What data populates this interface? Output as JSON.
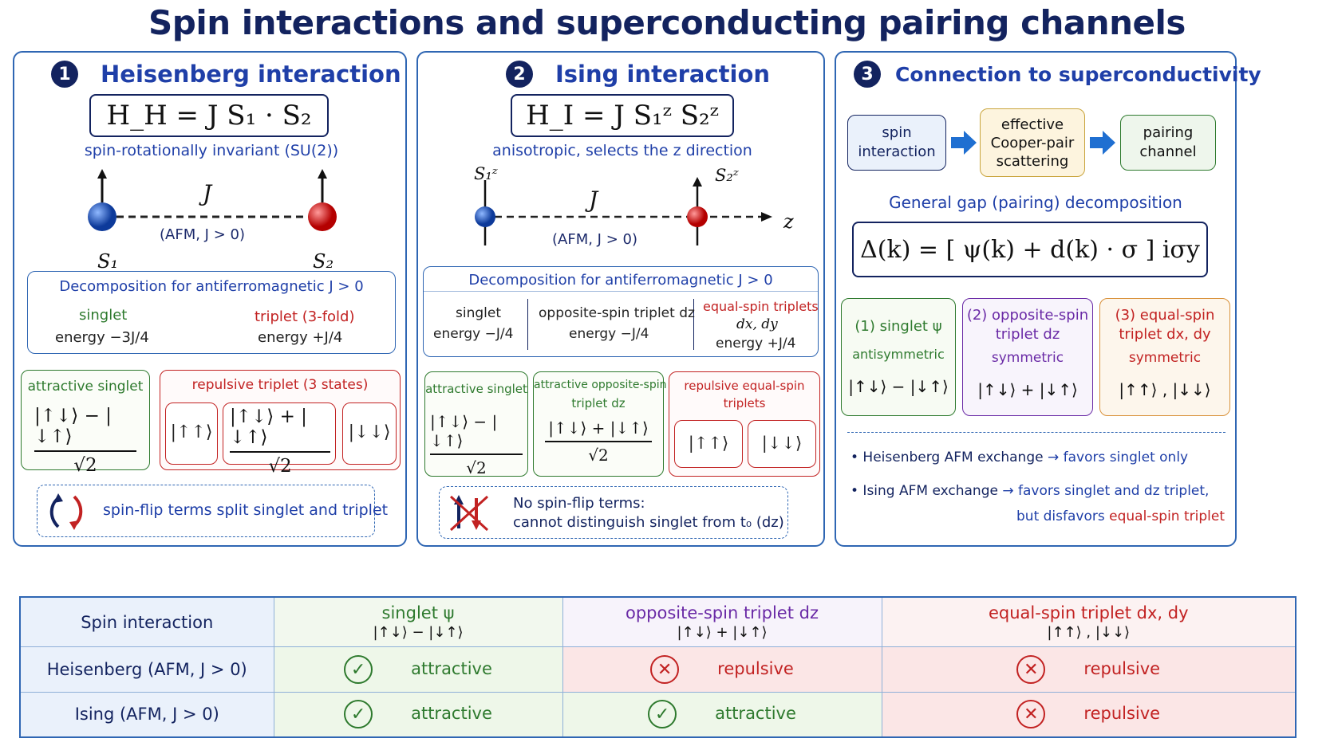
{
  "title": "Spin interactions and superconducting pairing channels",
  "panel1": {
    "num": "1",
    "title": "Heisenberg interaction",
    "equation": "H_H = J S₁ · S₂",
    "subtitle": "spin-rotationally invariant (SU(2))",
    "spin1": "S₁",
    "spin2": "S₂",
    "coupling": "J",
    "coupling_note": "(AFM, J > 0)",
    "decomp_title": "Decomposition for antiferromagnetic J > 0",
    "singlet_label": "singlet",
    "singlet_energy": "energy −3J/4",
    "triplet_label": "triplet (3-fold)",
    "triplet_energy": "energy +J/4",
    "attr_singlet": "attractive singlet",
    "singlet_num": "|↑↓⟩ − |↓↑⟩",
    "sqrt2": "√2",
    "rep_triplet": "repulsive triplet (3 states)",
    "state_upup": "|↑↑⟩",
    "triplet_num": "|↑↓⟩ + |↓↑⟩",
    "state_dndn": "|↓↓⟩",
    "note": "spin-flip terms split singlet and triplet"
  },
  "panel2": {
    "num": "2",
    "title": "Ising interaction",
    "equation": "H_I = J S₁ᶻ S₂ᶻ",
    "subtitle": "anisotropic, selects the z direction",
    "spin1": "S₁ᶻ",
    "spin2": "S₂ᶻ",
    "coupling": "J",
    "axis": "z",
    "coupling_note": "(AFM, J > 0)",
    "decomp_title": "Decomposition for antiferromagnetic J > 0",
    "c1_label": "singlet",
    "c1_energy": "energy −J/4",
    "c2_label": "opposite-spin triplet dz",
    "c2_energy": "energy −J/4",
    "c3_label": "equal-spin triplets",
    "c3_sub": "dx, dy",
    "c3_energy": "energy +J/4",
    "attr_singlet": "attractive singlet",
    "singlet_num": "|↑↓⟩ − |↓↑⟩",
    "sqrt2": "√2",
    "attr_opp": "attractive opposite-spin",
    "attr_opp2": "triplet dz",
    "triplet_num": "|↑↓⟩ + |↓↑⟩",
    "rep_equal": "repulsive equal-spin",
    "rep_equal2": "triplets",
    "state_upup": "|↑↑⟩",
    "state_dndn": "|↓↓⟩",
    "note1": "No spin-flip terms:",
    "note2": "cannot distinguish singlet from t₀ (dz)"
  },
  "panel3": {
    "num": "3",
    "title": "Connection to superconductivity",
    "flow": [
      "spin interaction",
      "effective Cooper-pair scattering",
      "pairing channel"
    ],
    "gap_title": "General gap (pairing) decomposition",
    "gap_eq": "Δ(k) = [ ψ(k) + d(k) · σ ] iσy",
    "ch1_title": "(1) singlet ψ",
    "ch1_sym": "antisymmetric",
    "ch1_state": "|↑↓⟩ − |↓↑⟩",
    "ch2_title1": "(2) opposite-spin",
    "ch2_title2": "triplet dz",
    "ch2_sym": "symmetric",
    "ch2_state": "|↑↓⟩ + |↓↑⟩",
    "ch3_title1": "(3) equal-spin",
    "ch3_title2": "triplet dx, dy",
    "ch3_sym": "symmetric",
    "ch3_state": "|↑↑⟩ , |↓↓⟩",
    "bullet1_a": "• Heisenberg AFM exchange",
    "bullet1_b": "→ favors singlet only",
    "bullet2_a": "• Ising AFM exchange",
    "bullet2_b": "→ favors singlet and dz triplet,",
    "bullet2_c": "but disfavors",
    "bullet2_d": "equal-spin triplet"
  },
  "table": {
    "header": [
      "Spin interaction",
      "singlet ψ",
      "opposite-spin triplet dz",
      "equal-spin triplet dx, dy"
    ],
    "header_states": [
      "|↑↓⟩ − |↓↑⟩",
      "|↑↓⟩ + |↓↑⟩",
      "|↑↑⟩ , |↓↓⟩"
    ],
    "rows": [
      {
        "label": "Heisenberg (AFM, J > 0)",
        "cells": [
          "attractive",
          "repulsive",
          "repulsive"
        ]
      },
      {
        "label": "Ising (AFM, J > 0)",
        "cells": [
          "attractive",
          "attractive",
          "repulsive"
        ]
      }
    ]
  },
  "colors": {
    "navy": "#13235f",
    "blue": "#1f3fa8",
    "green": "#2e7a2e",
    "red": "#c22222",
    "purple": "#6a2aa6",
    "orange": "#b05a00"
  }
}
